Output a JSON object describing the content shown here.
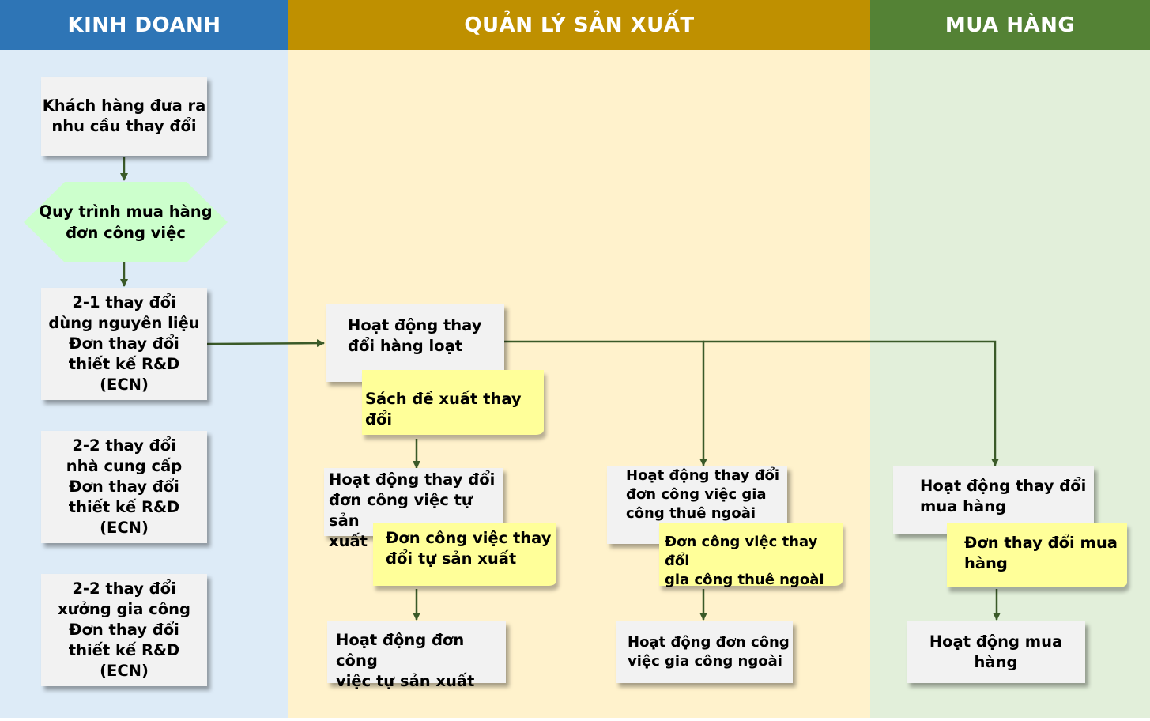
{
  "lanes": {
    "sales": "KINH DOANH",
    "production": "QUẢN LÝ SẢN XUẤT",
    "purchasing": "MUA HÀNG"
  },
  "colors": {
    "sales_header": "#2e75b6",
    "sales_bg": "#ddebf7",
    "production_header": "#bf9000",
    "production_bg": "#fff2cc",
    "purchasing_header": "#548235",
    "purchasing_bg": "#e2efda",
    "hexagon": "#ccffcc",
    "note": "#ffff99",
    "arrow": "#3a5a28"
  },
  "sales": {
    "customer_request": "Khách hàng đưa ra\nnhu cầu thay đổi",
    "purchase_process": "Quy trình mua hàng\nđơn công việc",
    "change_material": "2-1 thay đổi\ndùng nguyên liệu\nĐơn thay đổi\nthiết kế R&D\n(ECN)",
    "change_supplier": "2-2 thay đổi\nnhà cung cấp\nĐơn thay đổi\nthiết kế R&D\n(ECN)",
    "change_workshop": "2-2 thay đổi\nxưởng gia công\nĐơn thay đổi\nthiết kế R&D\n(ECN)"
  },
  "production": {
    "batch_change": "Hoạt động thay\nđổi hàng loạt",
    "proposal_note": "Sách đề xuất thay đổi",
    "inhouse_change": "Hoạt động thay đổi\nđơn công việc tự sản\nxuất",
    "inhouse_note": "Đơn công việc thay\nđổi tự sản xuất",
    "outsourced_change": "Hoạt động thay đổi\nđơn công việc gia\ncông thuê ngoài",
    "outsourced_note": "Đơn công việc thay đổi\ngia công thuê ngoài",
    "inhouse_activity": "Hoạt động đơn công\nviệc tự sản xuất",
    "outsourced_activity": "Hoạt động đơn công\nviệc gia công ngoài"
  },
  "purchasing": {
    "purchase_change": "Hoạt động thay đổi\nmua hàng",
    "purchase_note": "Đơn thay đổi mua\nhàng",
    "purchase_activity": "Hoạt động mua hàng"
  }
}
